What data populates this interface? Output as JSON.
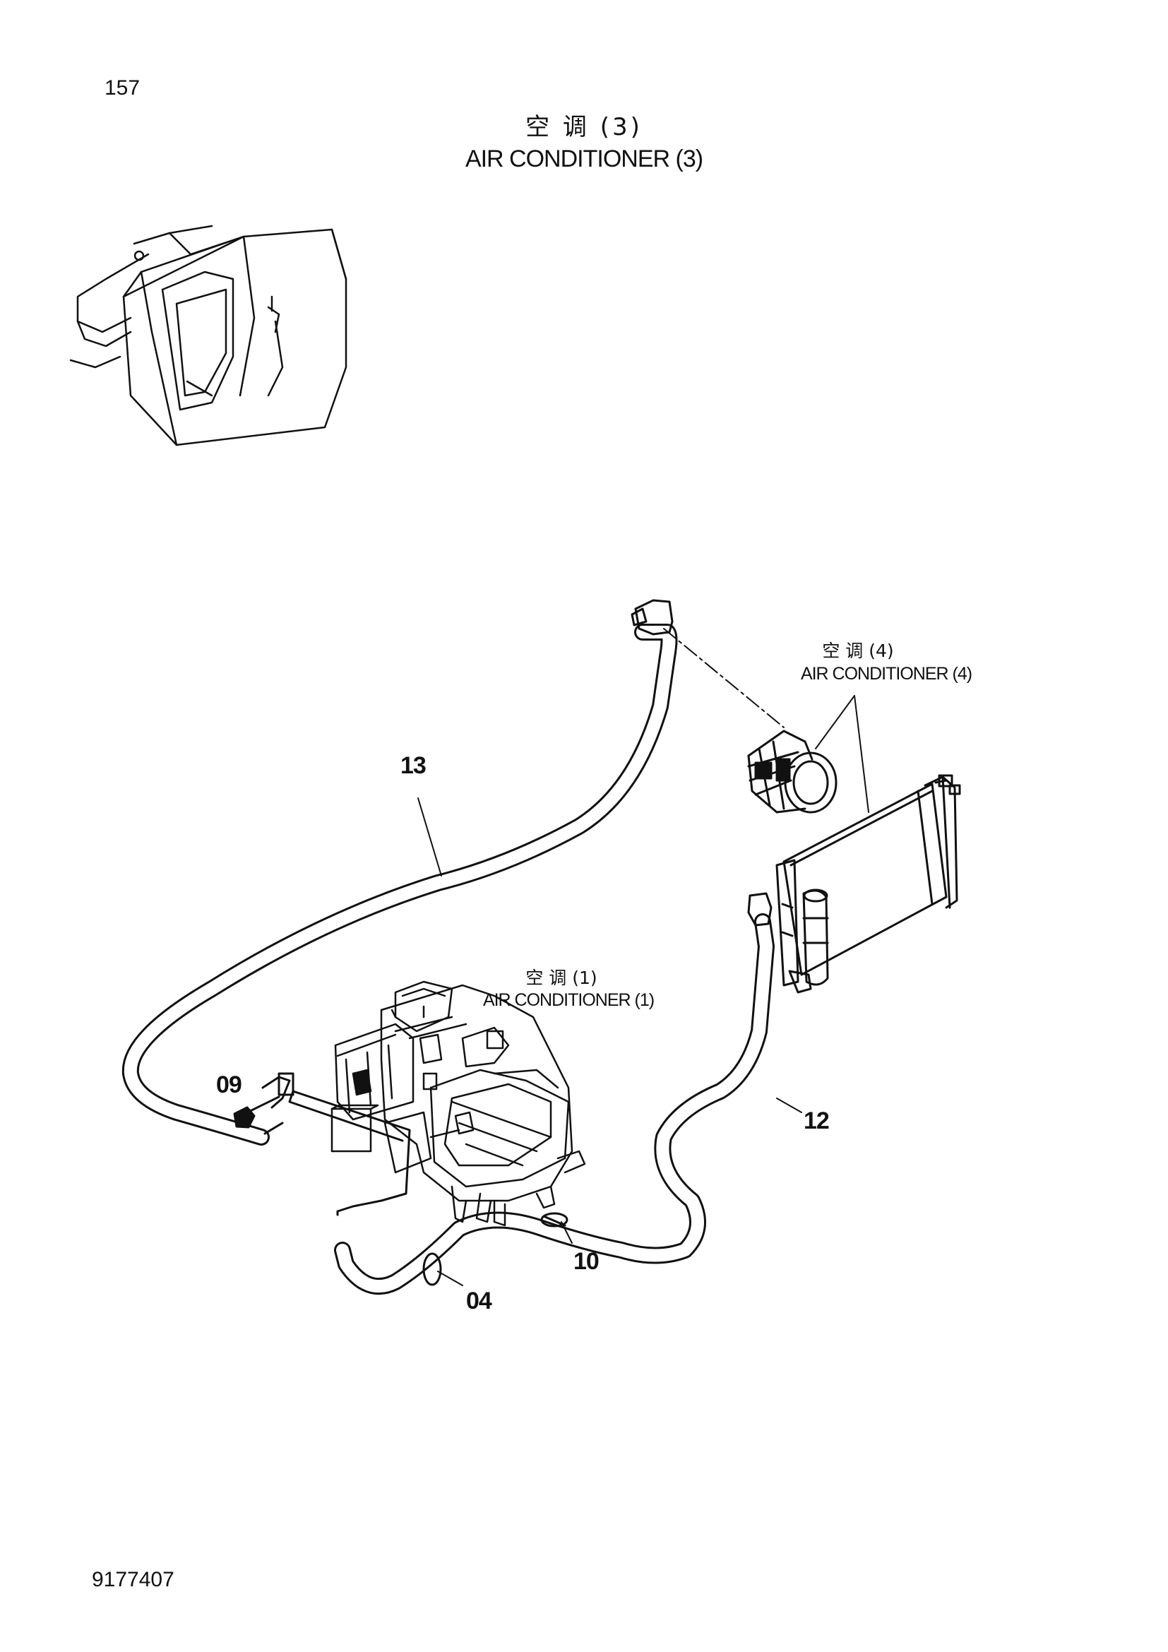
{
  "page_number": "157",
  "title": {
    "cn": "空 调 (3)",
    "en": "AIR  CONDITIONER (3)"
  },
  "references": {
    "ref4": {
      "cn": "空 调 (4)",
      "en": "AIR  CONDITIONER (4)"
    },
    "ref1": {
      "cn": "空 调 (1)",
      "en": "AIR  CONDITIONER (1)"
    }
  },
  "callouts": {
    "c13": "13",
    "c12": "12",
    "c09": "09",
    "c10": "10",
    "c04": "04"
  },
  "document_number": "9177407"
}
